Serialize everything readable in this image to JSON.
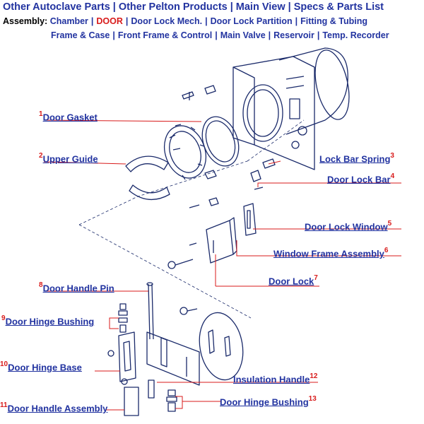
{
  "nav": {
    "items": [
      "Other Autoclave Parts",
      "Other Pelton Products",
      "Main View",
      "Specs & Parts List"
    ],
    "separator": "|"
  },
  "assembly": {
    "label": "Assembly:",
    "items": [
      "Chamber",
      "DOOR",
      "Door Lock Mech.",
      "Door Lock Partition",
      "Fitting & Tubing"
    ],
    "items2": [
      "Frame & Case",
      "Front Frame & Control",
      "Main Valve",
      "Reservoir",
      "Temp. Recorder"
    ],
    "current_color": "#d81b1b"
  },
  "parts": [
    {
      "num": "1",
      "name": "Door Gasket"
    },
    {
      "num": "2",
      "name": "Upper Guide"
    },
    {
      "num": "3",
      "name": "Lock Bar Spring"
    },
    {
      "num": "4",
      "name": "Door Lock Bar"
    },
    {
      "num": "5",
      "name": "Door Lock Window"
    },
    {
      "num": "6",
      "name": "Window Frame Assembly"
    },
    {
      "num": "7",
      "name": "Door Lock"
    },
    {
      "num": "8",
      "name": "Door Handle Pin"
    },
    {
      "num": "9",
      "name": "Door Hinge Bushing"
    },
    {
      "num": "10",
      "name": "Door Hinge Base"
    },
    {
      "num": "11",
      "name": "Door Handle Assembly"
    },
    {
      "num": "12",
      "name": "Insulation Handle"
    },
    {
      "num": "13",
      "name": "Door Hinge Bushing"
    }
  ],
  "colors": {
    "link": "#2233a0",
    "number": "#d81b1b",
    "leader": "#d81b1b"
  }
}
